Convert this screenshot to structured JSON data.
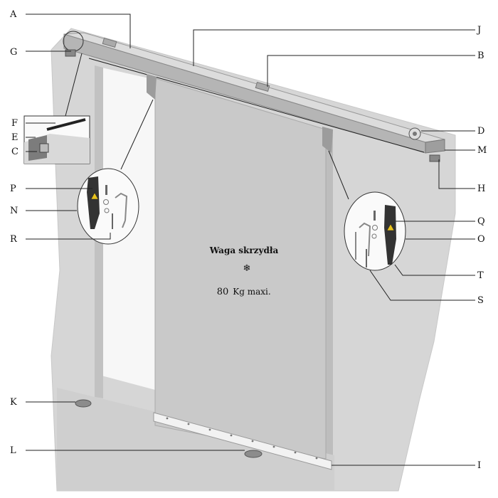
{
  "callouts": {
    "A": "A",
    "B": "B",
    "C": "C",
    "D": "D",
    "E": "E",
    "F": "F",
    "G": "G",
    "H": "H",
    "I": "I",
    "J": "J",
    "K": "K",
    "L": "L",
    "M": "M",
    "N": "N",
    "O": "O",
    "P": "P",
    "Q": "Q",
    "R": "R",
    "S": "S",
    "T": "T"
  },
  "door_panel": {
    "title": "Waga skrzydła",
    "snowflake": "❄",
    "weight_value": "80",
    "weight_unit": "Kg maxi."
  },
  "colors": {
    "wall": "#d6d6d6",
    "door": "#c9c9c9",
    "rail": "#b9b9b9",
    "opening": "#f7f7f7"
  }
}
